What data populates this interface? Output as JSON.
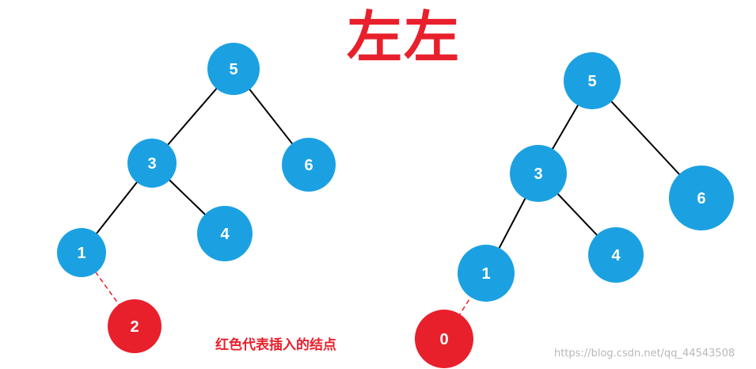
{
  "title": "左左",
  "caption": "红色代表插入的结点",
  "watermark": "https://blog.csdn.net/qq_44543508",
  "colors": {
    "node": "#1ba1e2",
    "inserted_node": "#e8202c",
    "edge": "#000000",
    "inserted_edge": "#e8202c",
    "title": "#e8202c"
  },
  "trees": [
    {
      "nodes": [
        {
          "id": "l5",
          "label": "5",
          "inserted": false
        },
        {
          "id": "l3",
          "label": "3",
          "inserted": false
        },
        {
          "id": "l6",
          "label": "6",
          "inserted": false
        },
        {
          "id": "l1",
          "label": "1",
          "inserted": false
        },
        {
          "id": "l4",
          "label": "4",
          "inserted": false
        },
        {
          "id": "l2",
          "label": "2",
          "inserted": true
        }
      ],
      "edges": [
        {
          "from": "l5",
          "to": "l3",
          "inserted": false
        },
        {
          "from": "l5",
          "to": "l6",
          "inserted": false
        },
        {
          "from": "l3",
          "to": "l1",
          "inserted": false
        },
        {
          "from": "l3",
          "to": "l4",
          "inserted": false
        },
        {
          "from": "l1",
          "to": "l2",
          "inserted": true
        }
      ]
    },
    {
      "nodes": [
        {
          "id": "r5",
          "label": "5",
          "inserted": false
        },
        {
          "id": "r3",
          "label": "3",
          "inserted": false
        },
        {
          "id": "r6",
          "label": "6",
          "inserted": false
        },
        {
          "id": "r1",
          "label": "1",
          "inserted": false
        },
        {
          "id": "r4",
          "label": "4",
          "inserted": false
        },
        {
          "id": "r0",
          "label": "0",
          "inserted": true
        }
      ],
      "edges": [
        {
          "from": "r5",
          "to": "r3",
          "inserted": false
        },
        {
          "from": "r5",
          "to": "r6",
          "inserted": false
        },
        {
          "from": "r3",
          "to": "r1",
          "inserted": false
        },
        {
          "from": "r3",
          "to": "r4",
          "inserted": false
        },
        {
          "from": "r1",
          "to": "r0",
          "inserted": true
        }
      ]
    }
  ]
}
